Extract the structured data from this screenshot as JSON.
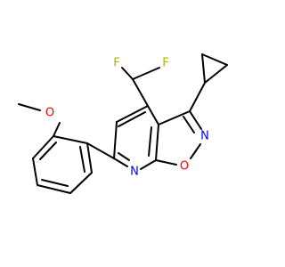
{
  "colors": {
    "background": "#ffffff",
    "bond": "#000000",
    "carbon_label": "#000000",
    "fluorine": "#b3b300",
    "oxygen": "#ff0000",
    "nitrogen": "#0000ff"
  },
  "atoms": {
    "f_left": "F",
    "f_right": "F",
    "o_methoxy": "O",
    "n_isoxazole": "N",
    "o_isoxazole": "O",
    "n_pyridine": "N"
  }
}
